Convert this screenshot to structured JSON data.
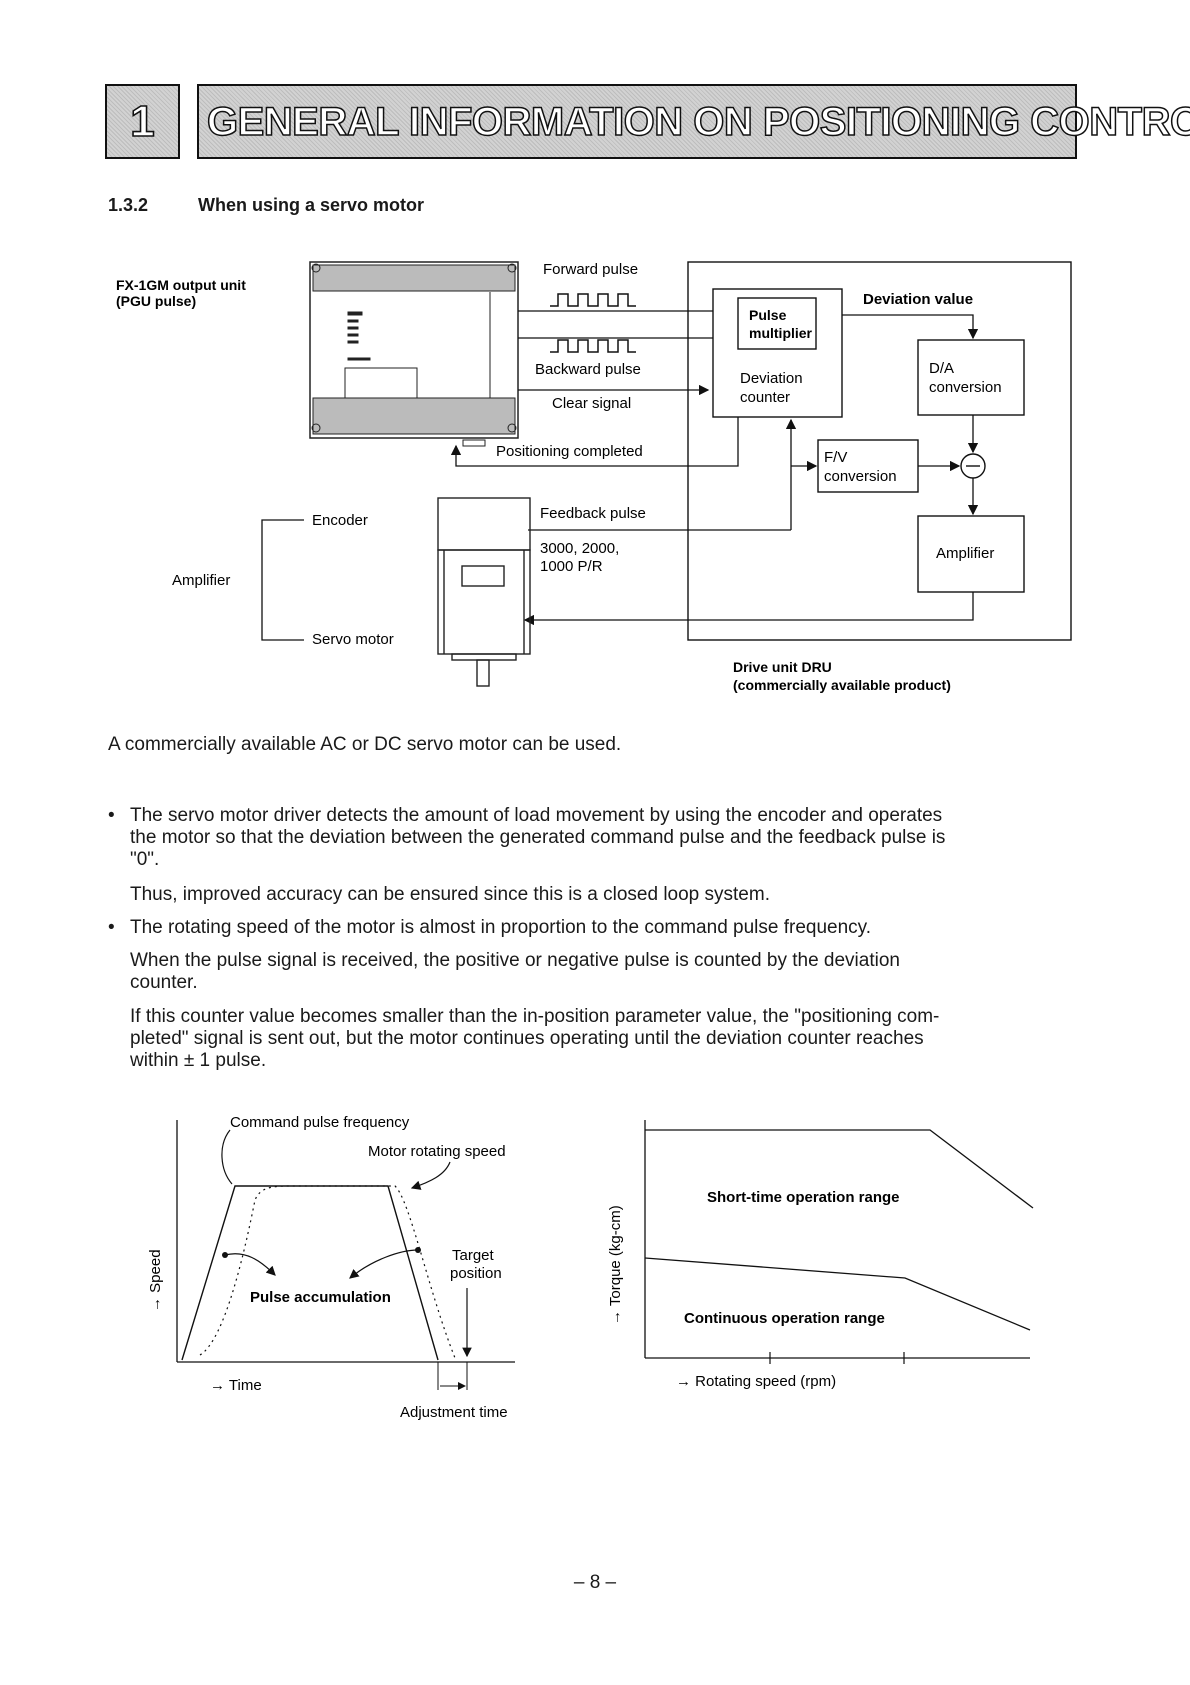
{
  "header": {
    "chapter_number": "1",
    "chapter_title": "GENERAL INFORMATION ON POSITIONING CONTROL"
  },
  "section": {
    "number": "1.3.2",
    "title": "When using a servo motor"
  },
  "diagram": {
    "unit_label_line1": "FX-1GM output unit",
    "unit_label_line2": "(PGU pulse)",
    "forward_pulse": "Forward pulse",
    "backward_pulse": "Backward pulse",
    "clear_signal": "Clear signal",
    "positioning_completed": "Positioning completed",
    "encoder": "Encoder",
    "amplifier_side": "Amplifier",
    "servo_motor": "Servo motor",
    "feedback_pulse": "Feedback pulse",
    "pr_line1": "3000, 2000,",
    "pr_line2": "1000 P/R",
    "pulse_multiplier_line1": "Pulse",
    "pulse_multiplier_line2": "multiplier",
    "deviation_counter_line1": "Deviation",
    "deviation_counter_line2": "counter",
    "deviation_value": "Deviation value",
    "da_line1": "D/A",
    "da_line2": "conversion",
    "fv_line1": "F/V",
    "fv_line2": "conversion",
    "amplifier_block": "Amplifier",
    "drive_unit_line1": "Drive unit DRU",
    "drive_unit_line2": "(commercially available product)"
  },
  "paragraphs": {
    "intro": "A commercially available AC or DC servo motor can be used.",
    "bullet1_line1": "The servo motor driver detects the amount of load movement by using the encoder and operates",
    "bullet1_line2": "the motor so that the deviation between the generated command pulse and the feedback pulse is",
    "bullet1_line3": "\"0\".",
    "bullet1_follow": "Thus, improved accuracy can be ensured since this is a closed loop system.",
    "bullet2": "The rotating speed of the motor is almost in proportion to the command pulse frequency.",
    "bullet2_follow1_line1": "When the pulse signal is received, the positive or negative pulse is counted by the deviation",
    "bullet2_follow1_line2": "counter.",
    "bullet2_follow2_line1": "If this counter value becomes smaller than the in-position parameter value, the \"positioning com-",
    "bullet2_follow2_line2": "pleted\" signal is sent out, but the motor continues operating until the deviation counter reaches",
    "bullet2_follow2_line3": "within ± 1 pulse.",
    "bullet_glyph": "•"
  },
  "speed_graph": {
    "command_pulse_frequency": "Command pulse frequency",
    "motor_rotating_speed": "Motor rotating speed",
    "target_position_line1": "Target",
    "target_position_line2": "position",
    "pulse_accumulation": "Pulse accumulation",
    "y_axis": "→ Speed",
    "x_axis": "→  Time",
    "adjustment_time": "Adjustment time"
  },
  "torque_graph": {
    "short_time_range": "Short-time operation range",
    "continuous_range": "Continuous operation range",
    "y_axis": "→ Torque (kg-cm)",
    "x_axis": "→  Rotating speed (rpm)"
  },
  "footer": {
    "page_number": "– 8 –"
  }
}
